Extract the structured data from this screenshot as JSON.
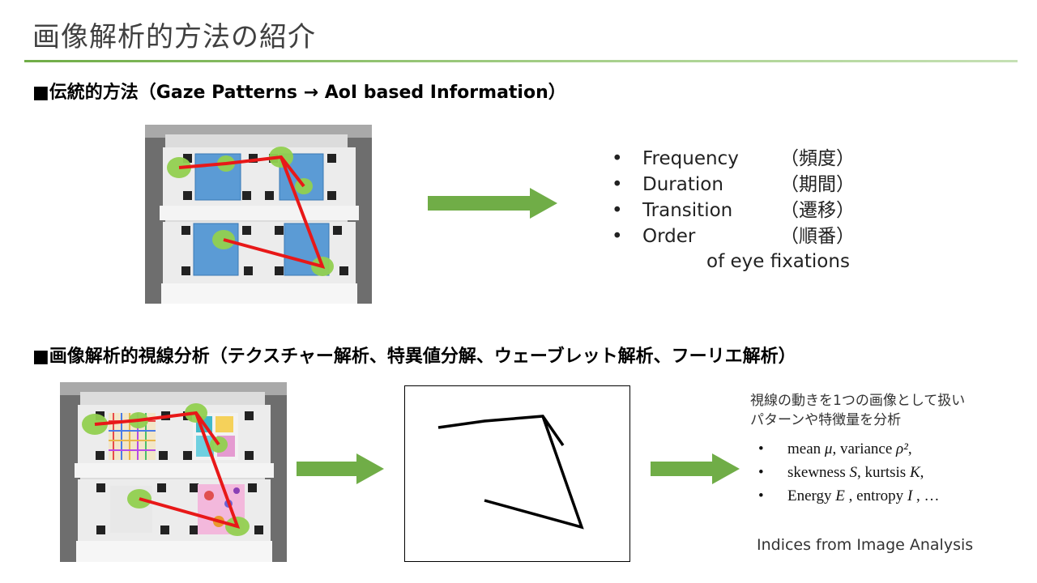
{
  "slide_title": "画像解析的方法の紹介",
  "section1": {
    "heading": "■伝統的方法（Gaze Patterns → AoI based Information）",
    "metrics": [
      {
        "name": "Frequency",
        "jp": "（頻度）"
      },
      {
        "name": "Duration",
        "jp": "（期間）"
      },
      {
        "name": "Transition",
        "jp": "（遷移）"
      },
      {
        "name": "Order",
        "jp": "（順番）"
      }
    ],
    "metrics_suffix": "of eye fixations",
    "bullet": "•"
  },
  "section2": {
    "heading": "■画像解析的視線分析（テクスチャー解析、特異値分解、ウェーブレット解析、フーリエ解析）",
    "description_line1": "視線の動きを1つの画像として扱い",
    "description_line2": "パターンや特徴量を分析",
    "stats": [
      {
        "pre": "mean ",
        "sym1": "μ",
        "mid": ", variance ",
        "sym2": "ρ²",
        "post": ","
      },
      {
        "pre": "skewness ",
        "sym1": "S",
        "mid": ", kurtsis ",
        "sym2": "K",
        "post": ","
      },
      {
        "pre": "Energy ",
        "sym1": "E",
        "mid": " , entropy ",
        "sym2": "I",
        "post": " , …"
      }
    ],
    "indices_label": "Indices from Image Analysis"
  },
  "colors": {
    "arrow": "#70ad47",
    "fixation": "#92d050",
    "scanpath": "#e81818",
    "aoi": "#5b9bd5",
    "rule": "#70ad47"
  }
}
